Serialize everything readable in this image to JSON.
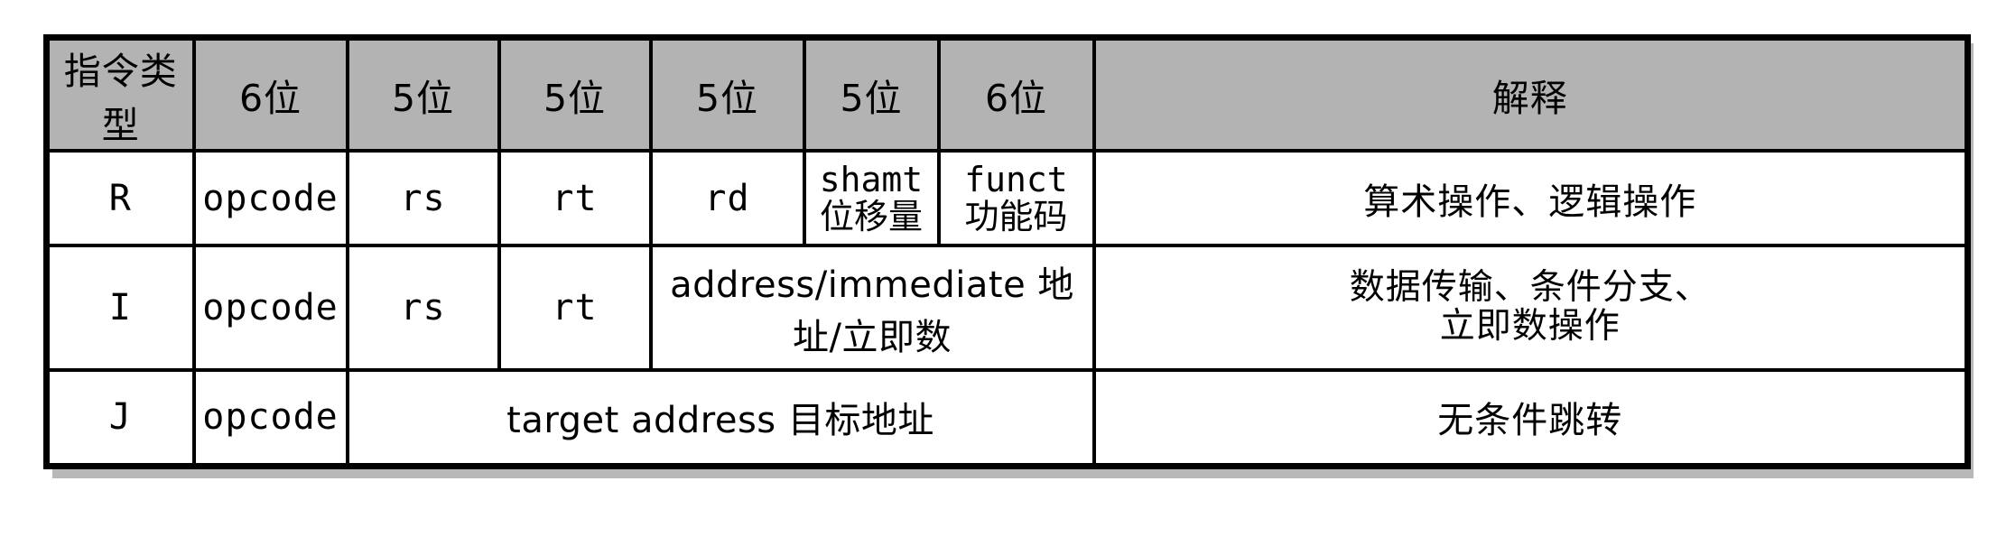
{
  "figure": {
    "kind": "mips-instruction-format-table",
    "background_color": "#ffffff",
    "header_fill": "#b3b3b3",
    "border_color": "#000000",
    "shadow_color": "#b8b8b8"
  },
  "table": {
    "headers": [
      "指令类型",
      "6位",
      "5位",
      "5位",
      "5位",
      "5位",
      "6位",
      "解释"
    ],
    "rows": [
      {
        "type": "R",
        "opcode": "opcode",
        "rs": "rs",
        "rt": "rt",
        "rd": "rd",
        "shamt_en": "shamt",
        "shamt_cn": "位移量",
        "funct_en": "funct",
        "funct_cn": "功能码",
        "explain": "算术操作、逻辑操作"
      },
      {
        "type": "I",
        "opcode": "opcode",
        "rs": "rs",
        "rt": "rt",
        "immediate": "address/immediate 地址/立即数",
        "explain_line1": "数据传输、条件分支、",
        "explain_line2": "立即数操作"
      },
      {
        "type": "J",
        "opcode": "opcode",
        "target": "target address 目标地址",
        "explain": "无条件跳转"
      }
    ]
  }
}
